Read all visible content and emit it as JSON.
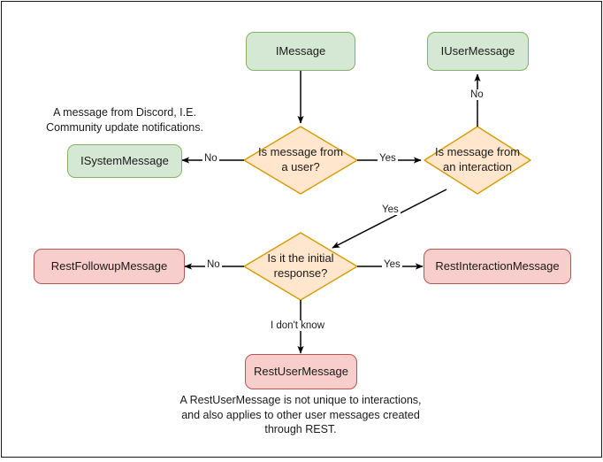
{
  "diagram": {
    "title_present": false,
    "colors": {
      "green_fill": "#d5e8d4",
      "green_stroke": "#82b366",
      "red_fill": "#f8cecc",
      "red_stroke": "#b85450",
      "decision_fill": "#ffe6cc",
      "decision_stroke": "#d79b00",
      "edge_stroke": "#000000",
      "frame_stroke": "#1a1a1a",
      "background": "#ffffff"
    },
    "nodes": {
      "imessage": {
        "label": "IMessage",
        "shape": "rounded-rect",
        "style": "green"
      },
      "iusermessage": {
        "label": "IUserMessage",
        "shape": "rounded-rect",
        "style": "green"
      },
      "isystemmessage": {
        "label": "ISystemMessage",
        "shape": "rounded-rect",
        "style": "green"
      },
      "restfollowupmessage": {
        "label": "RestFollowupMessage",
        "shape": "rounded-rect",
        "style": "red"
      },
      "restinteractionmessage": {
        "label": "RestInteractionMessage",
        "shape": "rounded-rect",
        "style": "red"
      },
      "restusermessage": {
        "label": "RestUserMessage",
        "shape": "rounded-rect",
        "style": "red"
      },
      "decision_user": {
        "label_line1": "Is message from",
        "label_line2": "a user?",
        "shape": "diamond"
      },
      "decision_interaction": {
        "label_line1": "Is message from",
        "label_line2": "an interaction",
        "shape": "diamond"
      },
      "decision_initial": {
        "label_line1": "Is it the initial",
        "label_line2": "response?",
        "shape": "diamond"
      }
    },
    "edge_labels": {
      "user_no": "No",
      "user_yes": "Yes",
      "interaction_no": "No",
      "interaction_yes": "Yes",
      "initial_no": "No",
      "initial_yes": "Yes",
      "initial_unknown": "I don't know"
    },
    "captions": {
      "system_message_note": "A message from Discord, I.E.\nCommunity update notifications.",
      "system_message_note_line1": "A message from Discord, I.E.",
      "system_message_note_line2": "Community update notifications.",
      "rest_user_note_line1": "A RestUserMessage is not unique to interactions,",
      "rest_user_note_line2": "and also applies to other user messages created",
      "rest_user_note_line3": "through REST."
    }
  }
}
